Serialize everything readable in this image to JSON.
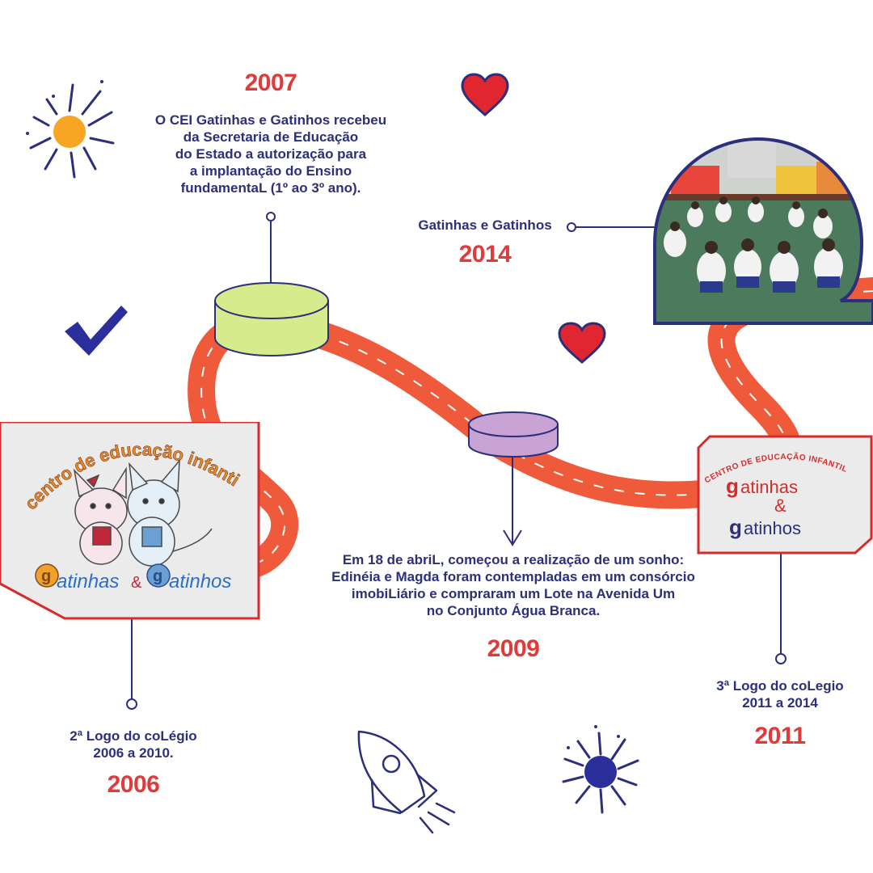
{
  "colors": {
    "road": "#ef5a3a",
    "road_dash": "#ffffff",
    "navy": "#2b2f7c",
    "year_red": "#e03a3a",
    "heart": "#e0262f",
    "lime_cylinder": "#d6ec8c",
    "lilac_cylinder": "#c9a3d4",
    "frame_red": "#d62b2b",
    "splash_orange": "#f6a623",
    "splash_blue": "#2b2f9c"
  },
  "timeline": {
    "e2007": {
      "year": "2007",
      "text": [
        "O CEI Gatinhas e Gatinhos recebeu",
        "da Secretaria de Educação",
        "do Estado a autorização para",
        "a implantação do Ensino",
        "fundamentaL (1º ao 3º ano)."
      ]
    },
    "e2014": {
      "label": "Gatinhas e Gatinhos",
      "year": "2014"
    },
    "e2009": {
      "text": [
        "Em 18 de abriL, começou a realização de um sonho:",
        "Edinéia e Magda foram contempladas em um consórcio",
        "imobiLiário e compraram um Lote na Avenida Um",
        "no Conjunto Água Branca."
      ],
      "year": "2009"
    },
    "e2006": {
      "text": [
        "2ª Logo do coLégio",
        "2006 a 2010."
      ],
      "year": "2006"
    },
    "e2011": {
      "text": [
        "3ª Logo do coLegio",
        "2011 a 2014"
      ],
      "year": "2011"
    }
  },
  "logo2006": {
    "arc": "centro de educação infantil",
    "brand_left": "atinhas",
    "brand_amp": "&",
    "brand_right": "atinhos",
    "g": "g"
  },
  "logo2011": {
    "arc": "CENTRO DE EDUCAÇÃO INFANTIL",
    "line1": "atinhas",
    "amp": "&",
    "line2": "atinhos",
    "g": "g"
  },
  "icons": [
    "sun-splash-icon",
    "heart-icon",
    "checkmark-icon",
    "rocket-icon",
    "blue-splash-icon"
  ]
}
